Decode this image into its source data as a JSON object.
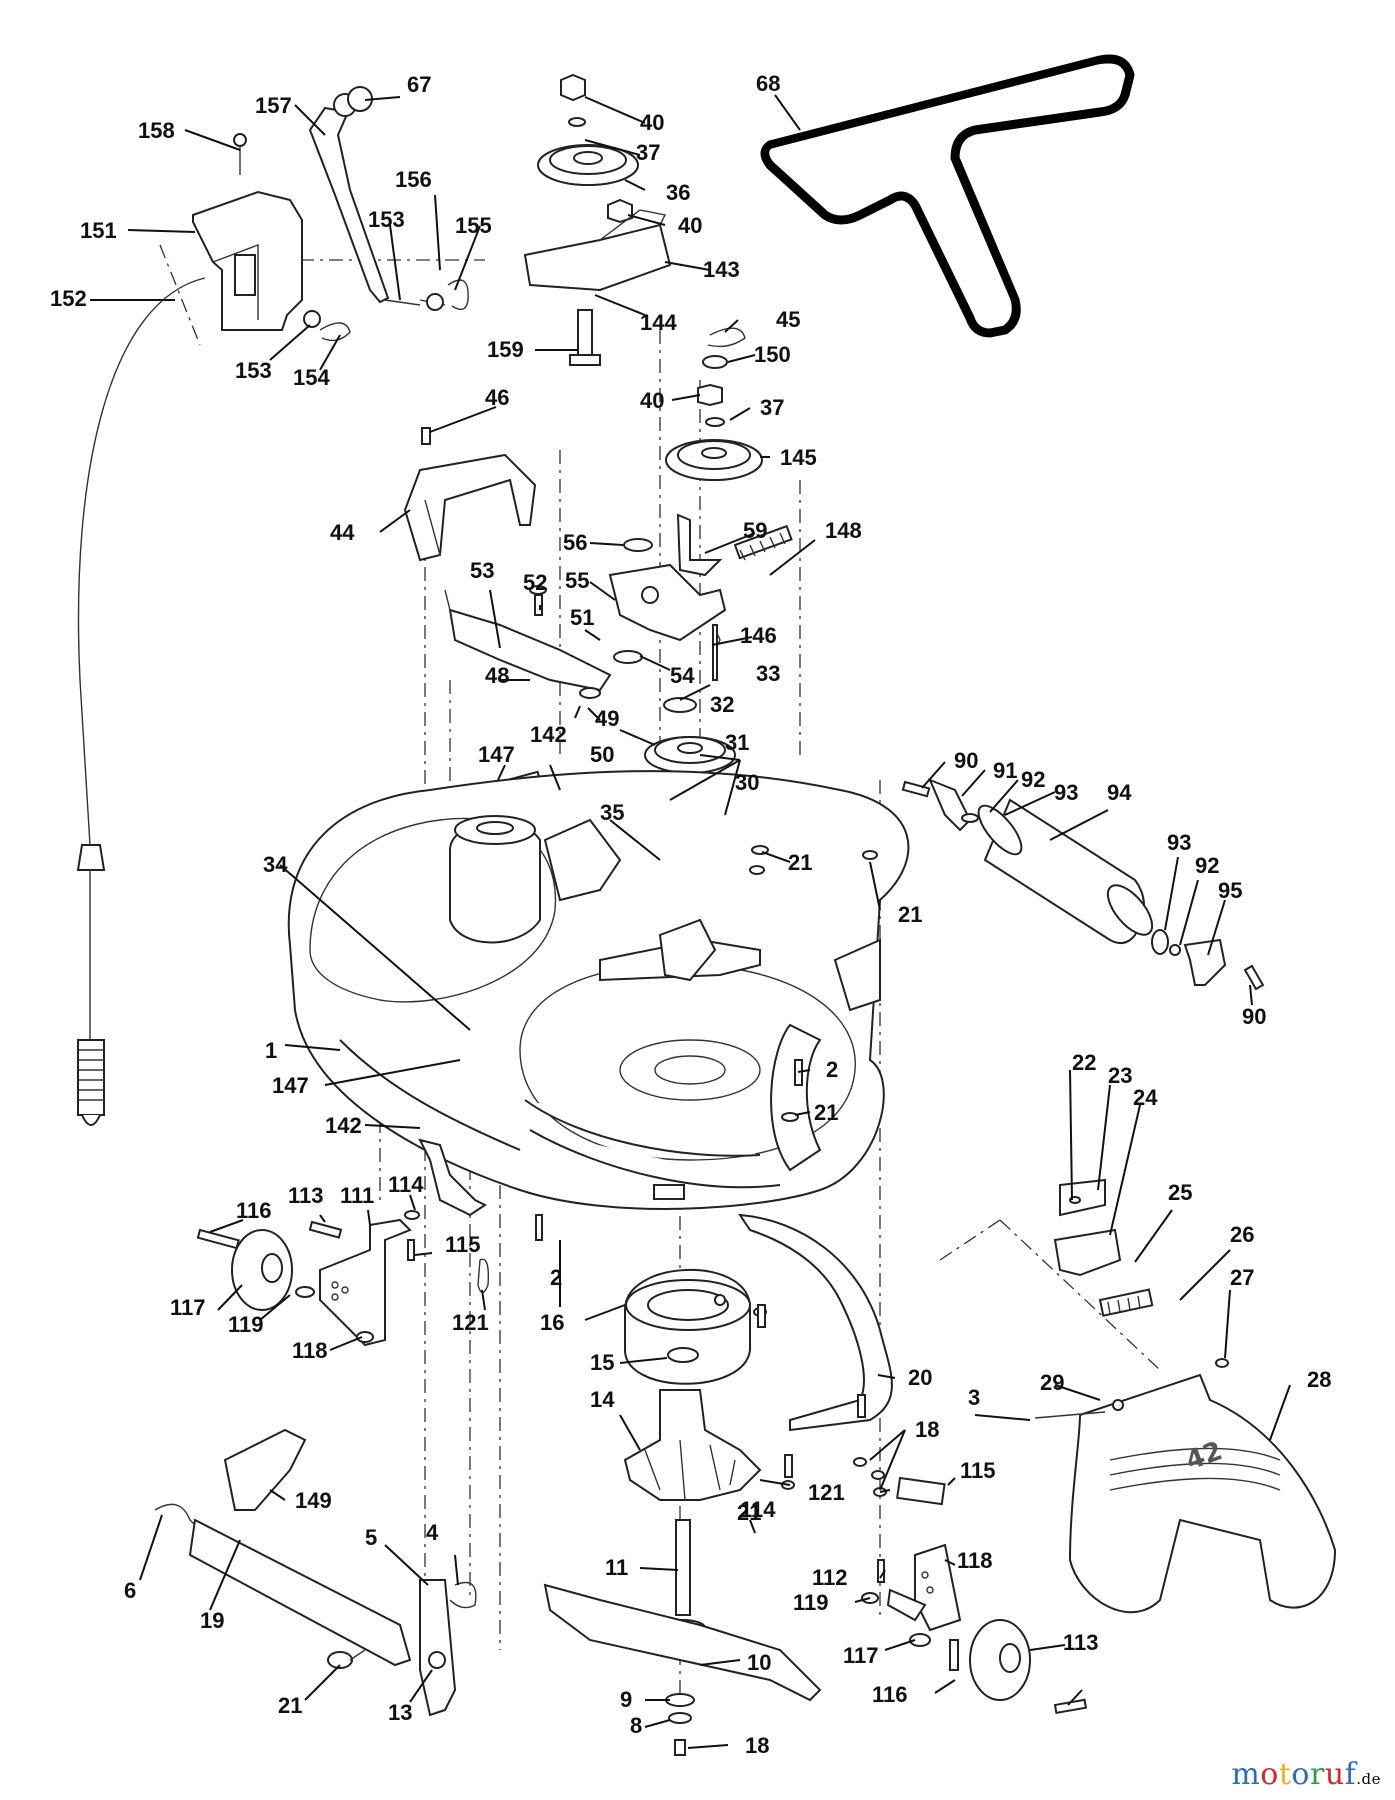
{
  "diagram": {
    "callouts": [
      "67",
      "157",
      "158",
      "156",
      "153",
      "155",
      "151",
      "152",
      "153",
      "154",
      "40",
      "37",
      "36",
      "40",
      "143",
      "144",
      "159",
      "68",
      "45",
      "150",
      "40",
      "37",
      "145",
      "46",
      "44",
      "56",
      "59",
      "148",
      "55",
      "51",
      "52",
      "53",
      "146",
      "54",
      "33",
      "48",
      "32",
      "49",
      "50",
      "31",
      "30",
      "147",
      "142",
      "35",
      "90",
      "91",
      "92",
      "93",
      "94",
      "93",
      "92",
      "95",
      "90",
      "21",
      "21",
      "34",
      "1",
      "147",
      "2",
      "21",
      "142",
      "114",
      "113",
      "111",
      "116",
      "115",
      "117",
      "119",
      "118",
      "121",
      "2",
      "16",
      "15",
      "14",
      "20",
      "18",
      "21",
      "22",
      "23",
      "24",
      "25",
      "26",
      "27",
      "28",
      "29",
      "3",
      "149",
      "4",
      "5",
      "6",
      "19",
      "21",
      "13",
      "11",
      "10",
      "9",
      "8",
      "18",
      "114",
      "121",
      "115",
      "112",
      "118",
      "119",
      "117",
      "113",
      "116"
    ],
    "deck_badge": "42"
  },
  "watermark": {
    "name": "motoruf",
    "suffix": ".de",
    "colors": [
      "#2a6fbf",
      "#d9262c",
      "#f1b319",
      "#2a6fbf",
      "#2e9e46",
      "#d9262c",
      "#2a6fbf"
    ]
  }
}
